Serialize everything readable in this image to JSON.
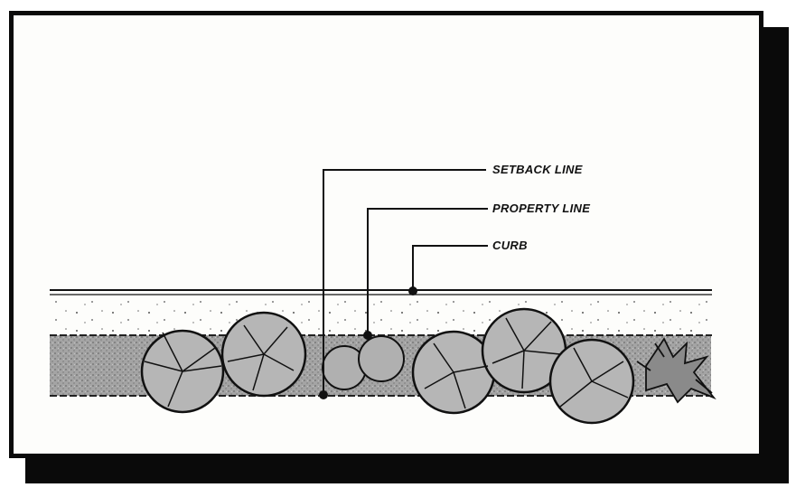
{
  "labels": {
    "setback": "SETBACK LINE",
    "property": "PROPERTY LINE",
    "curb": "CURB"
  },
  "colors": {
    "ink": "#111111",
    "paper": "#fdfdfb",
    "planting_strip": "#9a9a9a",
    "shadow": "#0a0a0a"
  }
}
